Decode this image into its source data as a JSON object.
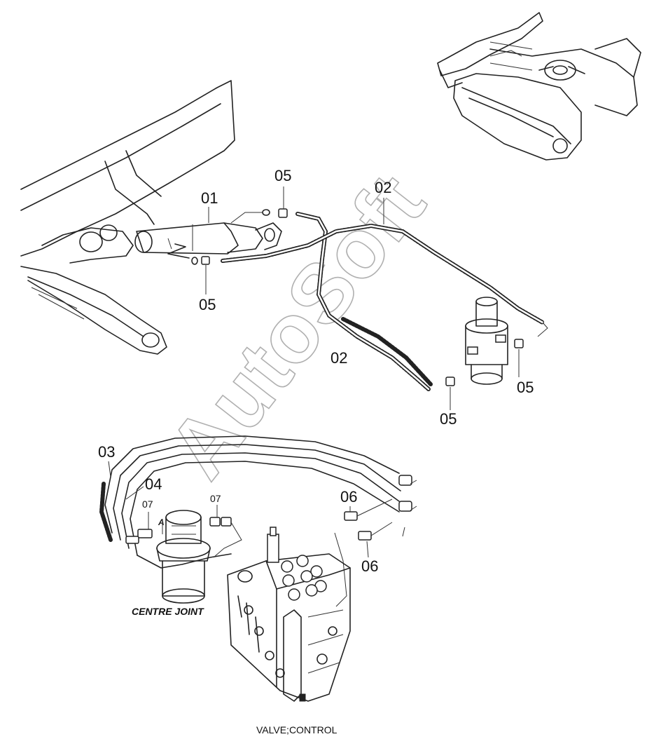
{
  "watermark": "AutoSoft",
  "part_labels": {
    "cyl_01": "01",
    "hose_02_top": "02",
    "hose_02_mid": "02",
    "fit_05_top": "05",
    "fit_05_left": "05",
    "fit_05_bottom": "05",
    "fit_05_right": "05",
    "hose_03": "03",
    "hose_04": "04",
    "fit_07_left": "07",
    "fit_07_right": "07",
    "fit_06_top": "06",
    "fit_06_bottom": "06"
  },
  "detail_letter": "A",
  "captions": {
    "centre_joint": "CENTRE JOINT",
    "control_valve": "VALVE;CONTROL"
  }
}
